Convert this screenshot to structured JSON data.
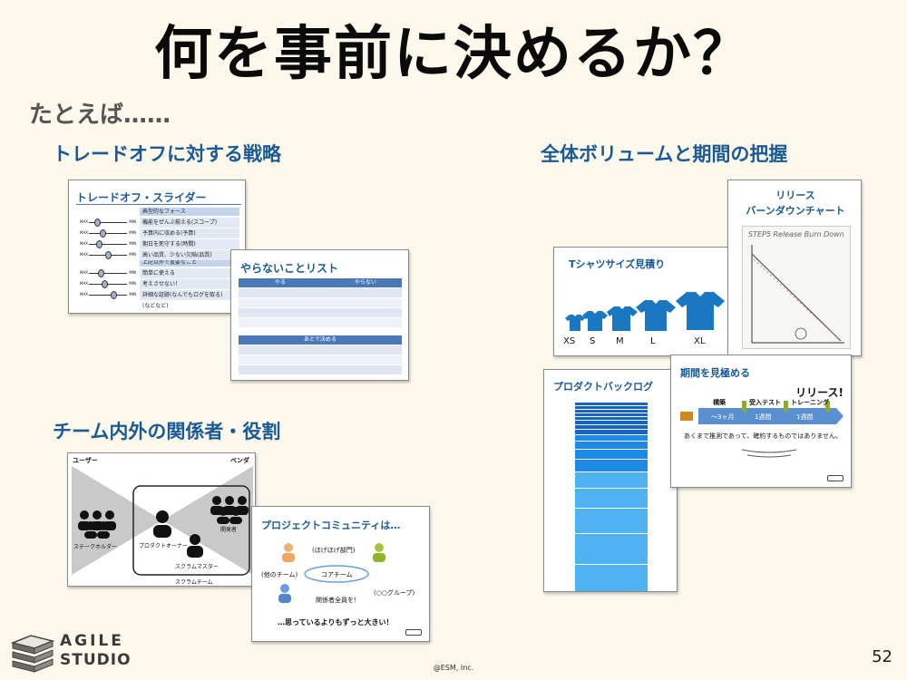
{
  "title": "何を事前に決めるか？",
  "subtitle": "たとえば……",
  "sections": {
    "tradeoff": "トレードオフに対する戦略",
    "volume": "全体ボリュームと期間の把握",
    "team": "チーム内外の関係者・役割"
  },
  "tradeoff_card": {
    "title": "トレードオフ・スライダー",
    "band1": "典型的なフォース",
    "band2": "上記以外で重要なこと",
    "max": "MAX",
    "min": "MIN",
    "rows": [
      "機能をぜんぶ揃える(スコープ)",
      "予算内に収める(予算)",
      "期日を死守する(時間)",
      "高い品質、少ない欠陥(品質)",
      "簡単に使える",
      "考えさせない！",
      "詳細な証跡(なんでもログを取る)",
      "(などなど)"
    ]
  },
  "notdo_card": {
    "title": "やらないことリスト",
    "col_do": "やる",
    "col_dont": "やらない",
    "later": "あとで決める"
  },
  "tshirt_card": {
    "title": "Tシャツサイズ見積り",
    "sizes": [
      "XS",
      "S",
      "M",
      "L",
      "XL"
    ]
  },
  "burndown_card": {
    "title_line1": "リリース",
    "title_line2": "バーンダウンチャート",
    "note": "STEP5 Release Burn Down"
  },
  "backlog_card": {
    "title": "プロダクトバックログ"
  },
  "period_card": {
    "title": "期間を見極める",
    "release": "リリース!",
    "phases": [
      "構築",
      "受入テスト",
      "トレーニング"
    ],
    "durations": [
      "〜3ヶ月",
      "1週間",
      "1週間"
    ],
    "note": "あくまで推測であって、確約するものではありません。"
  },
  "roles_card": {
    "user": "ユーザー",
    "vendor": "ベンダ",
    "stakeholders": "ステークホルダー",
    "po": "プロダクトオーナー",
    "developers": "開発者",
    "sm": "スクラムマスター",
    "scrum_team": "スクラムチーム"
  },
  "community_card": {
    "title": "プロジェクトコミュニティは…",
    "houbou": "(ほげほげ部門)",
    "other_team": "(他のチーム)",
    "core": "コアチーム",
    "group": "(○○グループ)",
    "all": "関係者全員を！",
    "footer": "…思っているよりもずっと大きい！"
  },
  "logo": {
    "line1": "AGILE",
    "line2": "STUDIO"
  },
  "copyright": "@ESM, Inc.",
  "page_number": "52",
  "colors": {
    "accent": "#1a5a96",
    "background": "#fcf8ec",
    "backlog_dark": "#1565c0",
    "backlog_light": "#4fb3f2"
  }
}
